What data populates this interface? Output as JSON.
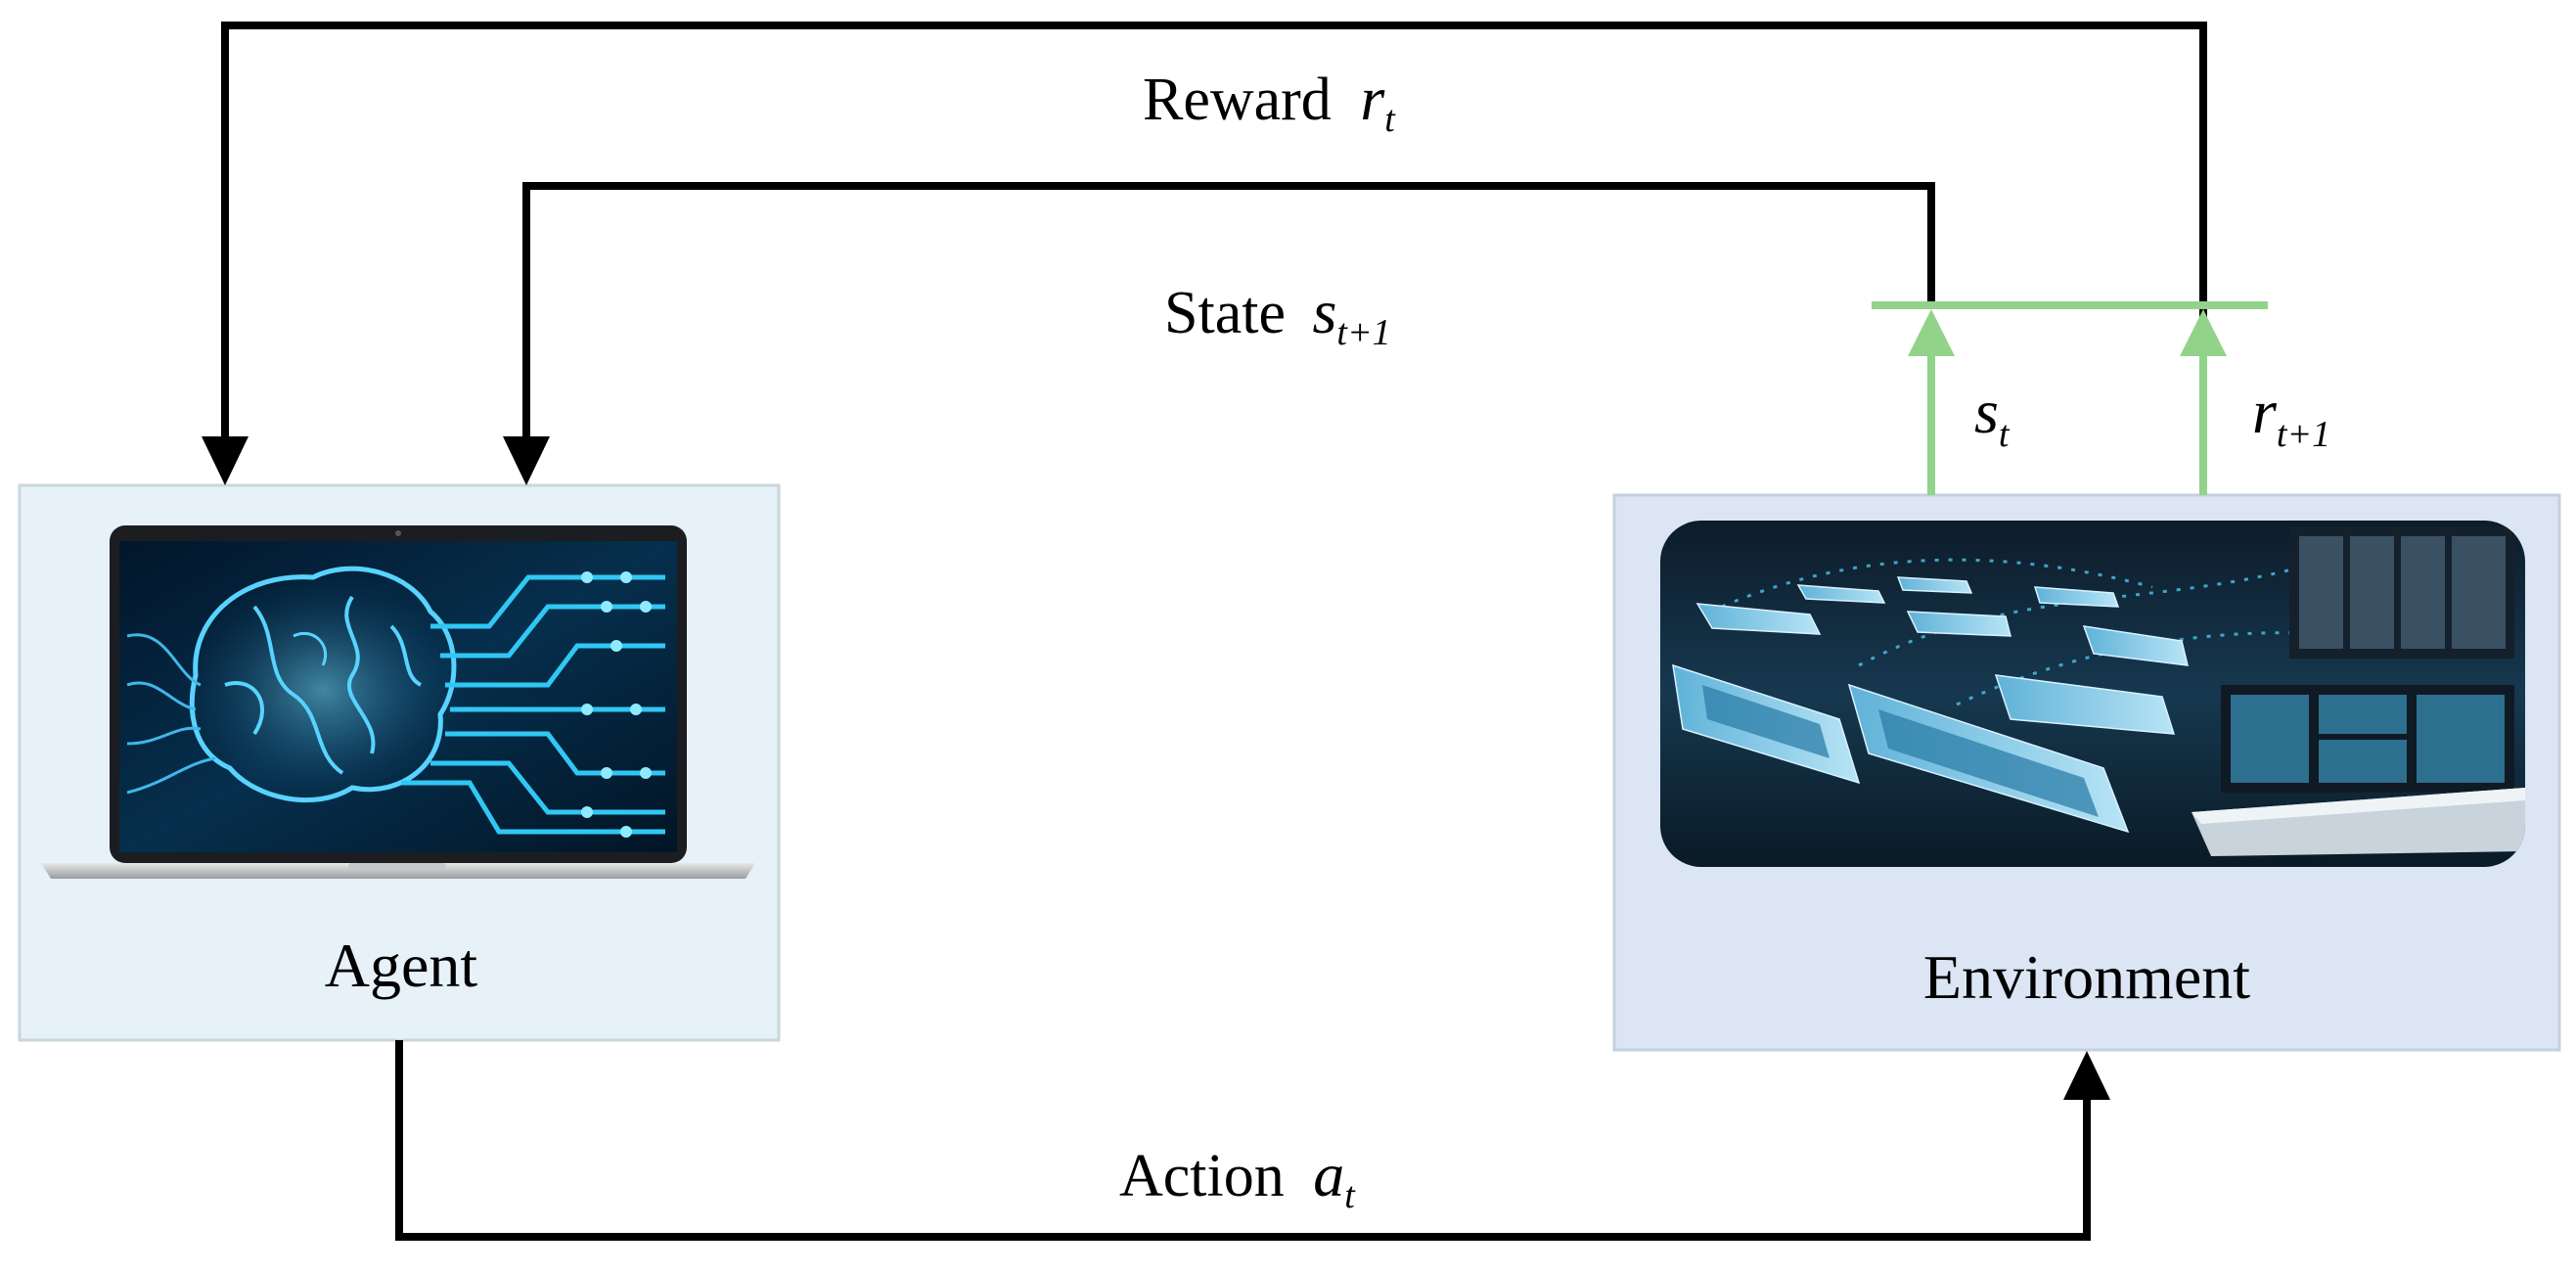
{
  "labels": {
    "reward": {
      "word": "Reward",
      "var": "r",
      "sub": "t"
    },
    "state": {
      "word": "State",
      "var": "s",
      "sub": "t+1"
    },
    "action": {
      "word": "Action",
      "var": "a",
      "sub": "t"
    },
    "st": {
      "var": "s",
      "sub": "t"
    },
    "rt1": {
      "var": "r",
      "sub": "t+1"
    }
  },
  "agent": {
    "label": "Agent"
  },
  "environment": {
    "label": "Environment"
  },
  "colors": {
    "arrow": "#000000",
    "feedback_arrow": "#92d38a",
    "agent_box_fill": "#e6f1f8",
    "agent_box_stroke": "#c9d6de",
    "env_box_fill": "#dbe5f4",
    "env_box_stroke": "#c6d0e0",
    "screen_glow": "#2fc8f5",
    "ocean": "#0a2a3e"
  }
}
